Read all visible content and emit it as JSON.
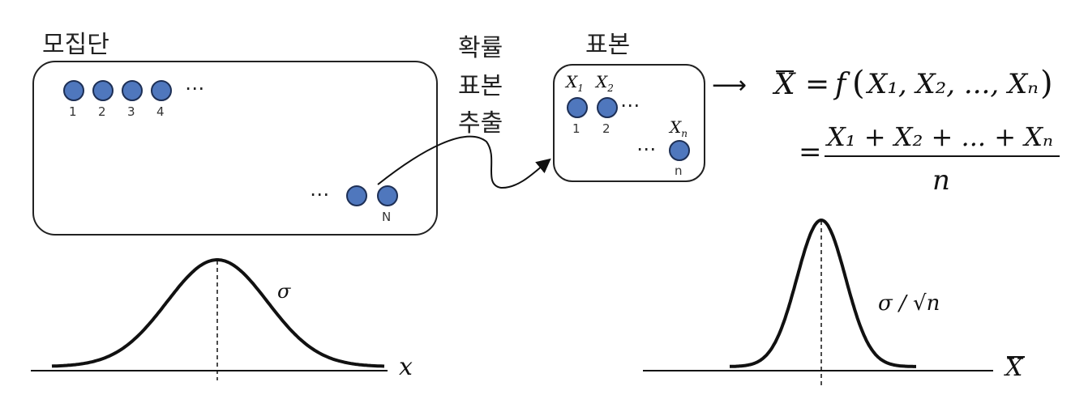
{
  "population": {
    "title": "모집단",
    "labels": [
      "1",
      "2",
      "3",
      "4"
    ],
    "last_label": "N",
    "ellipsis": "⋯"
  },
  "sampling": {
    "lines": [
      "확률",
      "표본",
      "추출"
    ]
  },
  "sample": {
    "title": "표본",
    "var": "X",
    "subs": [
      "1",
      "2"
    ],
    "last_sub": "n",
    "labels": [
      "1",
      "2"
    ],
    "last_label": "n",
    "ellipsis": "⋯"
  },
  "formula": {
    "lhs": "X",
    "fn": "f",
    "args": "X₁, X₂, ..., Xₙ",
    "numerator": "X₁ + X₂ + ... + Xₙ",
    "denominator": "n",
    "eq": "=",
    "arrow": "⟶"
  },
  "dist_left": {
    "sigma": "σ",
    "axis": "x"
  },
  "dist_right": {
    "label": "σ / √n",
    "axis": "X"
  },
  "colors": {
    "dot_fill": "#4f77bd",
    "dot_stroke": "#1d2f55",
    "line": "#111111"
  }
}
